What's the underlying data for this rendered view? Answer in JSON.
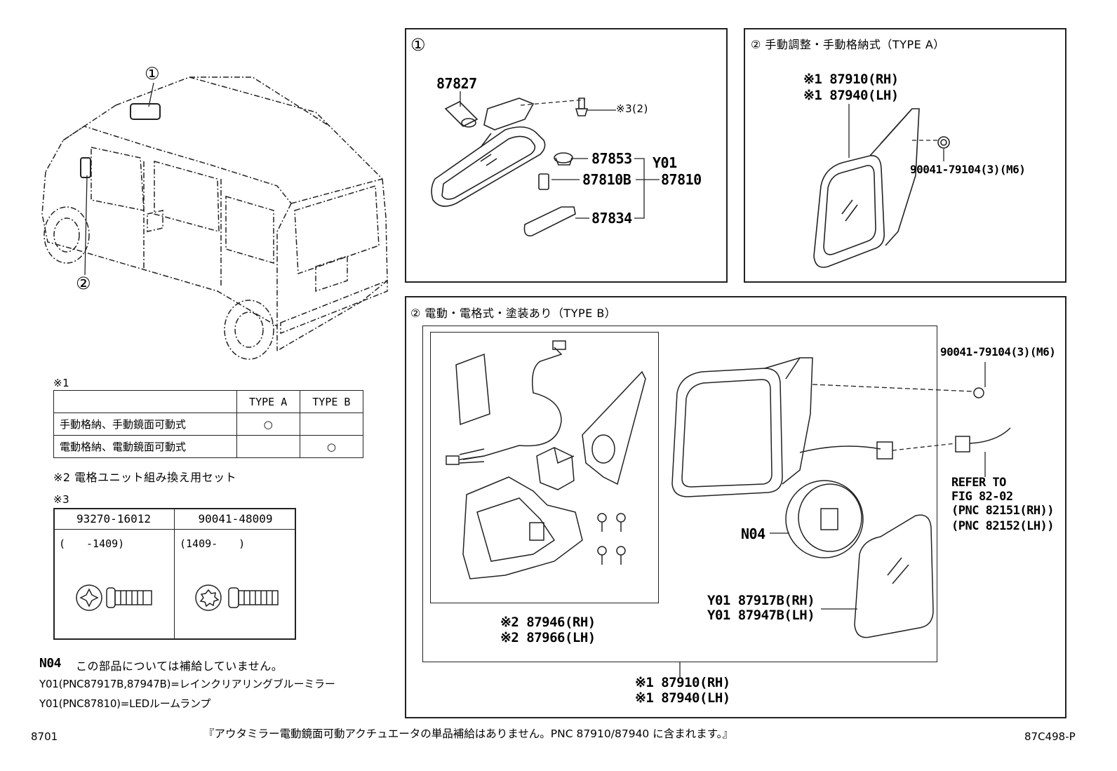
{
  "callouts": {
    "c1": "①",
    "c2": "②"
  },
  "panel1": {
    "marker": "①",
    "p87827": "87827",
    "note3": "※3(2)",
    "p87853": "87853",
    "y01": "Y01",
    "p87810b": "87810B",
    "p87810": "87810",
    "p87834": "87834"
  },
  "panel2a": {
    "header": "② 手動調整・手動格納式（TYPE A）",
    "rh_line": "※1 87910(RH)",
    "lh_line": "※1 87940(LH)",
    "nut": "90041-79104(3)(M6)"
  },
  "panel2b": {
    "header": "② 電動・電格式・塗装あり（TYPE B）",
    "nut": "90041-79104(3)(M6)",
    "refer1": "REFER TO",
    "refer2": "FIG 82-02",
    "refer3": "(PNC 82151(RH))",
    "refer4": "(PNC 82152(LH))",
    "n04": "N04",
    "glass_rh": "Y01 87917B(RH)",
    "glass_lh": "Y01 87947B(LH)",
    "kit_rh": "※2 87946(RH)",
    "kit_lh": "※2 87966(LH)",
    "assy_rh": "※1 87910(RH)",
    "assy_lh": "※1 87940(LH)"
  },
  "note1": {
    "label": "※1",
    "col_a": "TYPE A",
    "col_b": "TYPE B",
    "rows": [
      {
        "label": "手動格納、手動鏡面可動式",
        "a": "○",
        "b": ""
      },
      {
        "label": "電動格納、電動鏡面可動式",
        "a": "",
        "b": "○"
      }
    ]
  },
  "note2": "※2 電格ユニット組み換え用セット",
  "note3": {
    "label": "※3",
    "col1": "93270-16012",
    "col2": "90041-48009",
    "range1": "(　　-1409)",
    "range2": "(1409-　　)"
  },
  "footnotes": {
    "n04_code": "N04",
    "n04_text": "この部品については補給していません。",
    "y01_line1": "Y01(PNC87917B,87947B)=レインクリアリングブルーミラー",
    "y01_line2": "Y01(PNC87810)=LEDルームランプ"
  },
  "footer": {
    "left": "8701",
    "center": "『アウタミラー電動鏡面可動アクチュエータの単品補給はありません。PNC 87910/87940 に含まれます。』",
    "right": "87C498-P"
  }
}
